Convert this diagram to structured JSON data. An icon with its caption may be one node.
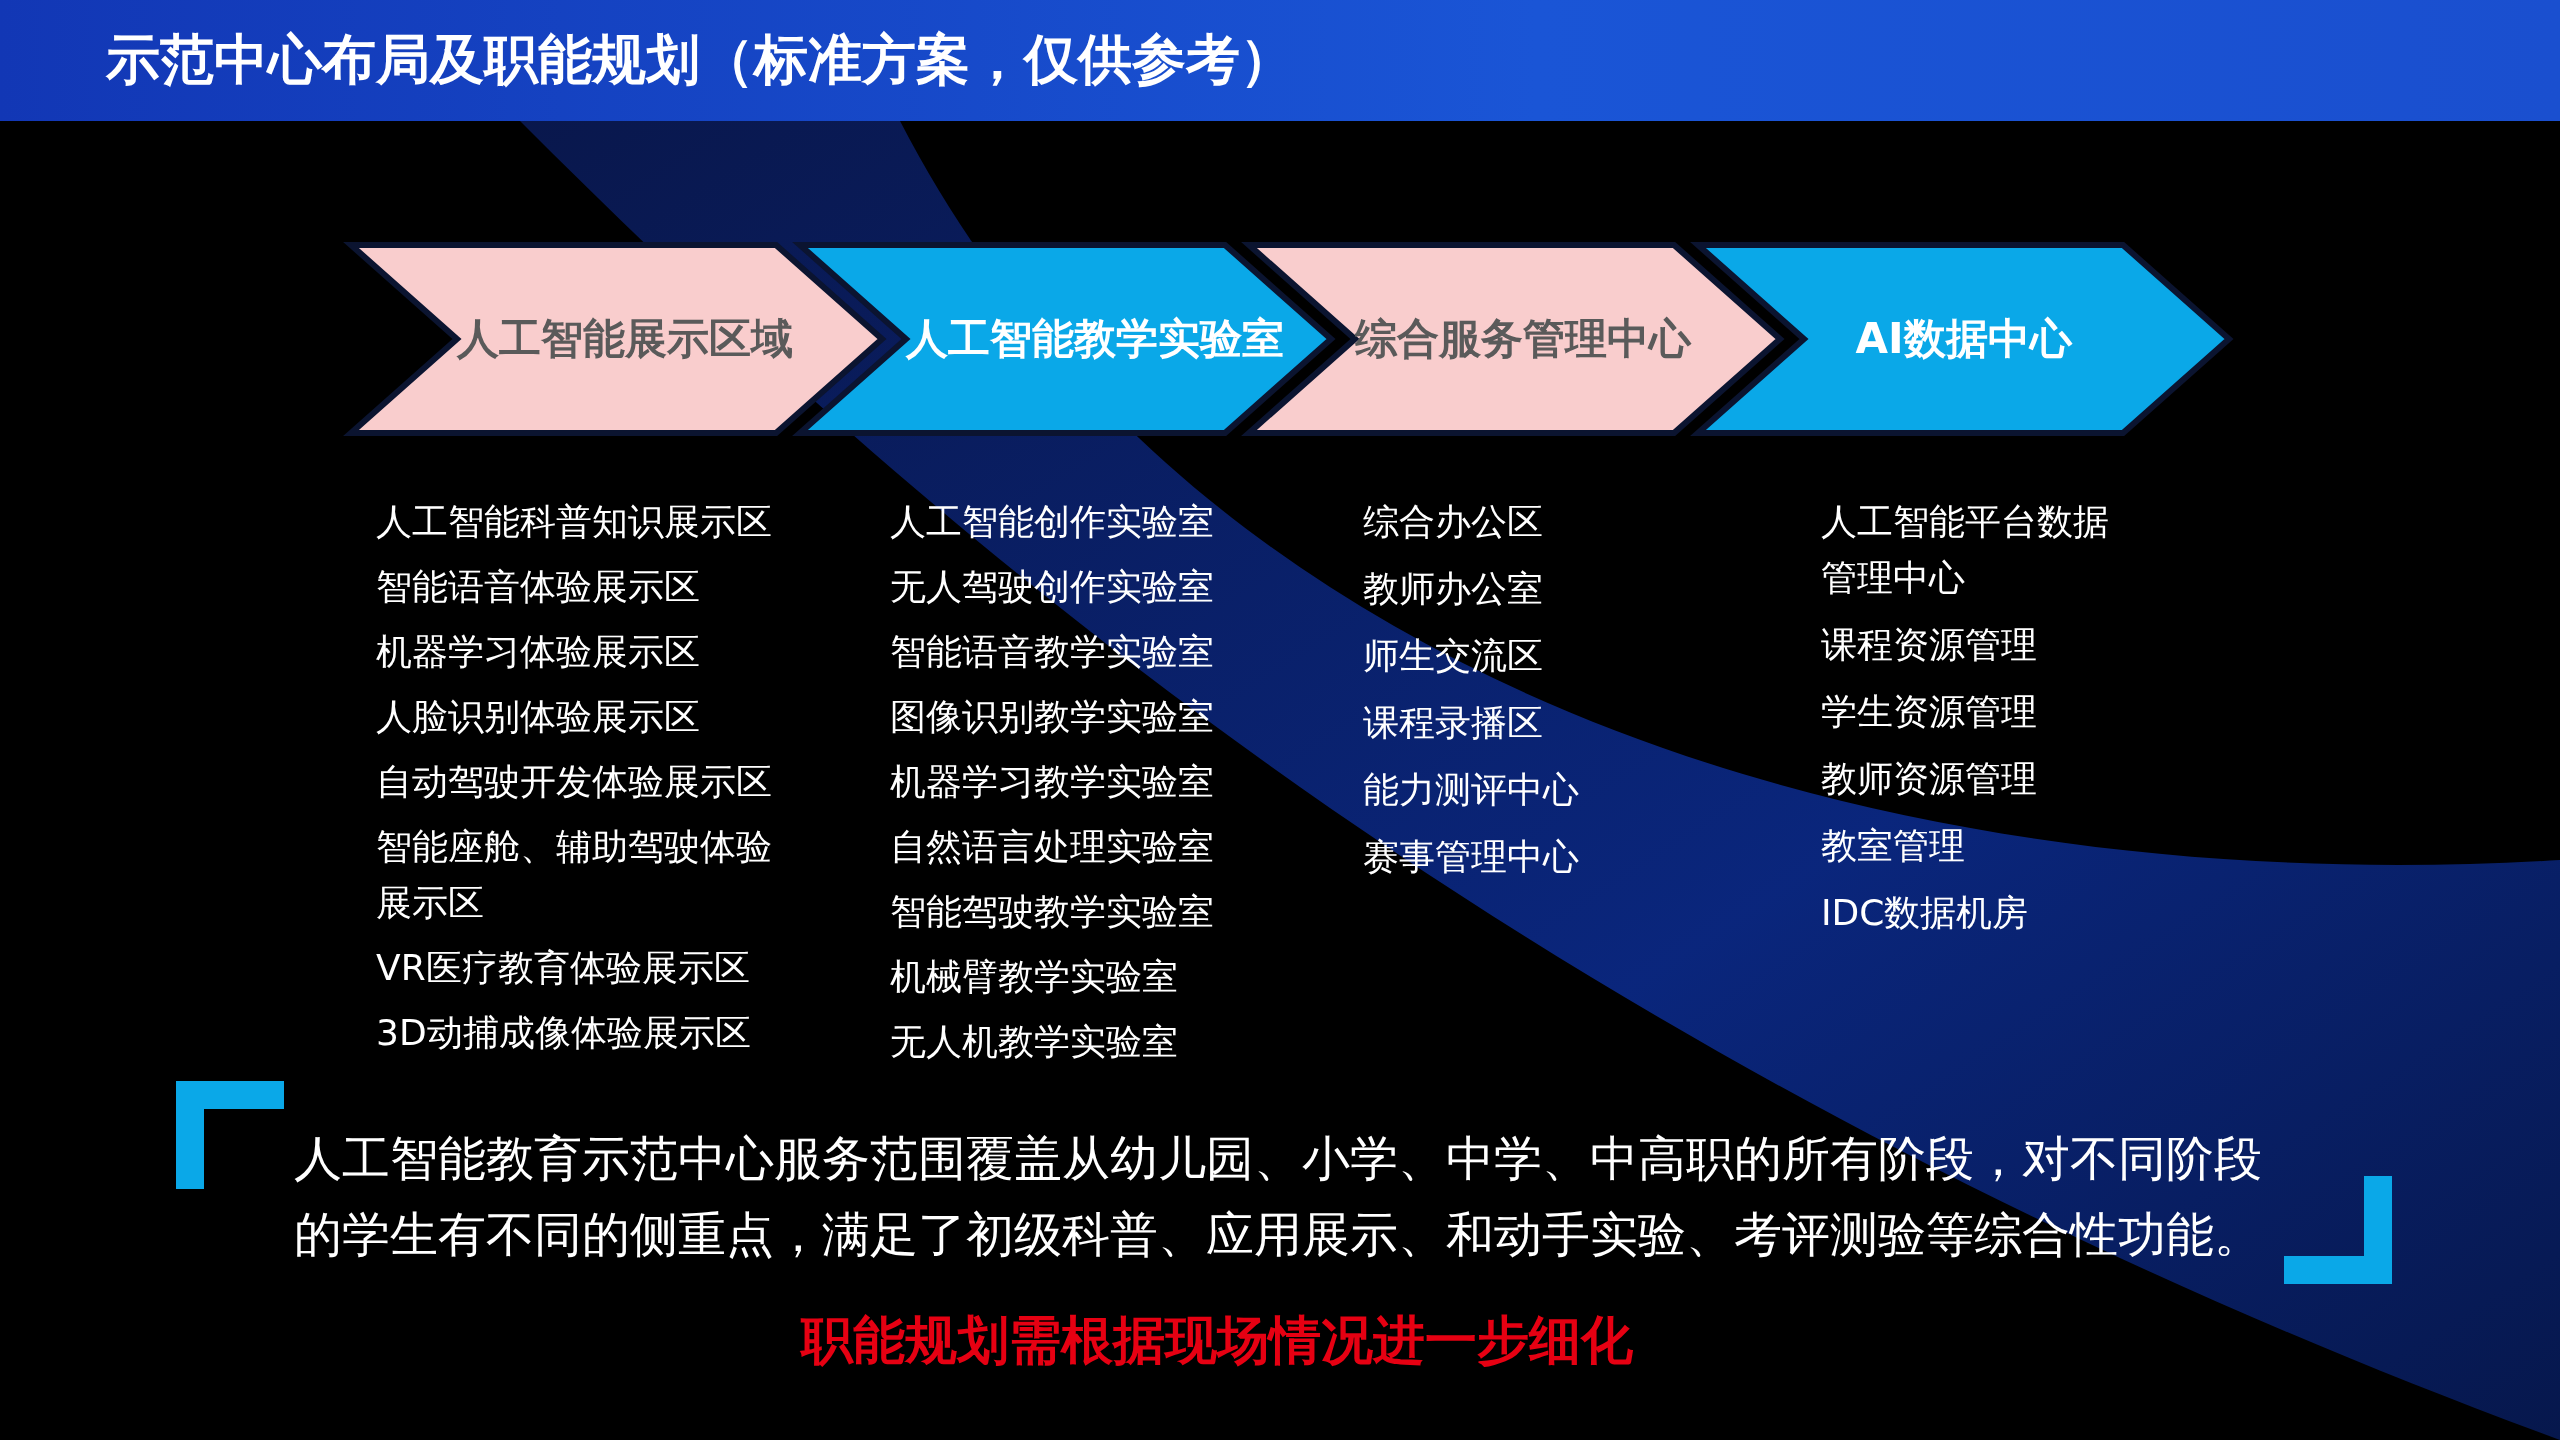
{
  "diagram": {
    "title": "示范中心布局及职能规划（标准方案，仅供参考）",
    "nodes": [
      {
        "text": [
          "人工智能展示区域"
        ],
        "beside": [
          "人工智能科普知识展示区",
          "智能语音体验展示区",
          "机器学习体验展示区",
          "人脸识别体验展示区",
          "自动驾驶开发体验展示区",
          "智能座舱、辅助驾驶体验展示区",
          "VR医疗教育体验展示区",
          "3D动捕成像体验展示区"
        ]
      },
      {
        "text": [
          "人工智能教学实验室"
        ],
        "beside": [
          "人工智能创作实验室",
          "无人驾驶创作实验室",
          "智能语音教学实验室",
          "图像识别教学实验室",
          "机器学习教学实验室",
          "自然语言处理实验室",
          "智能驾驶教学实验室",
          "机械臂教学实验室",
          "无人机教学实验室"
        ]
      },
      {
        "text": [
          "综合服务管理中心"
        ],
        "beside": [
          "综合办公区",
          "教师办公室",
          "师生交流区",
          "课程录播区",
          "能力测评中心",
          "赛事管理中心"
        ]
      },
      {
        "text": [
          "AI数据中心"
        ],
        "beside": [
          "人工智能平台数据管理中心",
          "课程资源管理",
          "学生资源管理",
          "教师资源管理",
          "教室管理",
          "IDC数据机房"
        ]
      }
    ],
    "labels": [
      "人工智能教育示范中心服务范围覆盖从幼儿园、小学、中学、中高职的所有阶段，对不同阶段的学生有不同的侧重点，满足了初级科普、应用展示、和动手实验、考评测验等综合性功能。",
      "职能规划需根据现场情况进一步细化"
    ]
  }
}
